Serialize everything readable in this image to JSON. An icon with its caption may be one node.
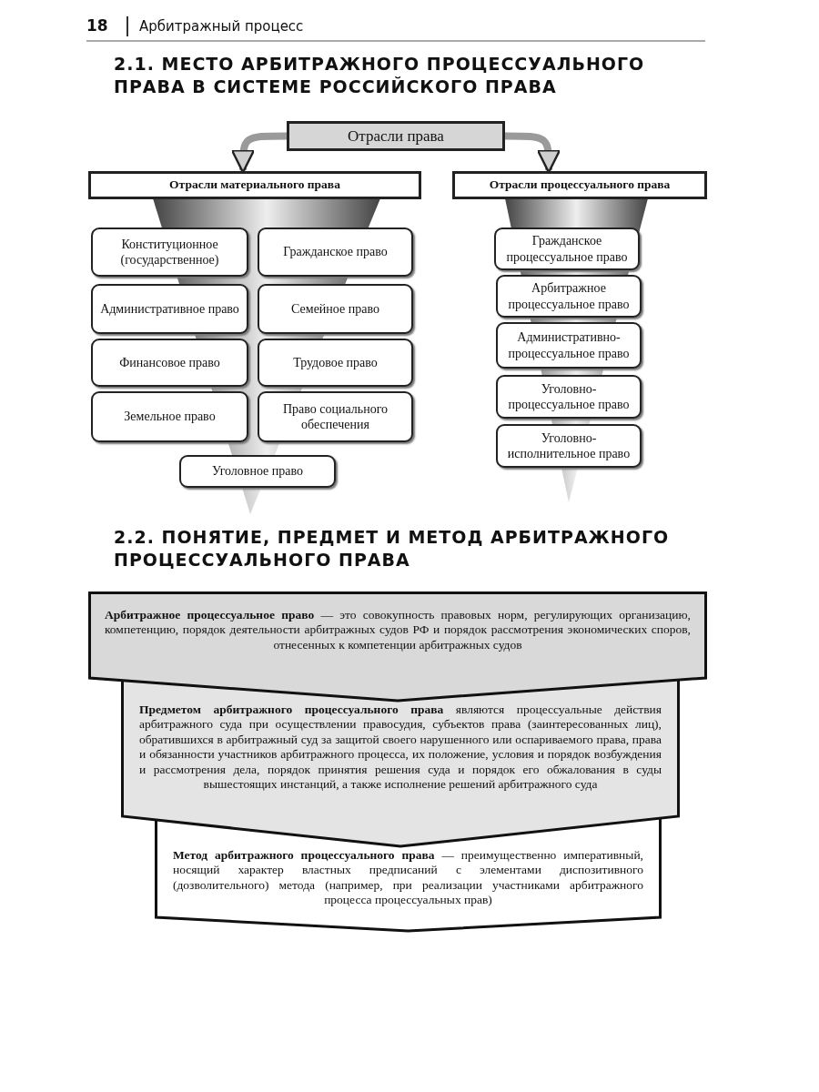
{
  "diagram": {
    "nodes": [
      {
        "text": [
          "Отрасли права"
        ]
      },
      {
        "text": [
          "Отрасли материального права"
        ]
      },
      {
        "text": [
          "Конституционное (государственное)"
        ]
      },
      {
        "text": [
          "Гражданское право"
        ]
      },
      {
        "text": [
          "Административное право"
        ]
      },
      {
        "text": [
          "Семейное право"
        ]
      },
      {
        "text": [
          "Финансовое право"
        ]
      },
      {
        "text": [
          "Трудовое право"
        ]
      },
      {
        "text": [
          "Земельное право"
        ]
      },
      {
        "text": [
          "Право социального обеспечения"
        ]
      },
      {
        "text": [
          "Уголовное право"
        ]
      },
      {
        "text": [
          "Отрасли процессуального права"
        ]
      },
      {
        "text": [
          "Гражданское процессуальное право"
        ]
      },
      {
        "text": [
          "Арбитражное процессуальное право"
        ]
      },
      {
        "text": [
          "Административно-процессуальное право"
        ]
      },
      {
        "text": [
          "Уголовно-процессуальное право"
        ]
      },
      {
        "text": [
          "Уголовно-исполнительное право"
        ]
      },
      {
        "text": [
          "**Арбитражное процессуальное право** — это совокупность правовых норм, регулирующих организацию, компетенцию, порядок деятельности арбитражных судов РФ и порядок рассмотрения экономических споров, отнесенных к компетенции арбитражных судов"
        ]
      },
      {
        "text": [
          "**Предметом арбитражного процессуального права** являются процессуальные действия арбитражного суда при осуществлении правосудия, субъектов права (заинтересованных лиц), обратившихся в арбитражный суд за защитой своего нарушенного или оспариваемого права, права и обязанности участников арбитражного процесса, их положение, условия и порядок возбуждения и рассмотрения дела, порядок принятия решения суда и порядок его обжалования в суды вышестоящих инстанций, а также исполнение решений арбитражного суда"
        ]
      },
      {
        "text": [
          "**Метод арбитражного процессуального права** — преимущественно императивный, носящий характер властных предписаний с элементами диспозитивного (дозволительного) метода (например, при реализации участниками арбитражного процесса процессуальных прав)"
        ]
      }
    ],
    "edges": [
      {
        "from": 0,
        "to": 1,
        "arrow": "to"
      },
      {
        "from": 0,
        "to": 11,
        "arrow": "to"
      }
    ],
    "labels": [
      "18",
      "Арбитражный процесс",
      "2.1. МЕСТО АРБИТРАЖНОГО ПРОЦЕССУАЛЬНОГО ПРАВА В СИСТЕМЕ РОССИЙСКОГО ПРАВА",
      "2.2. ПОНЯТИЕ, ПРЕДМЕТ И МЕТОД АРБИТРАЖНОГО ПРОЦЕССУАЛЬНОГО ПРАВА"
    ]
  }
}
